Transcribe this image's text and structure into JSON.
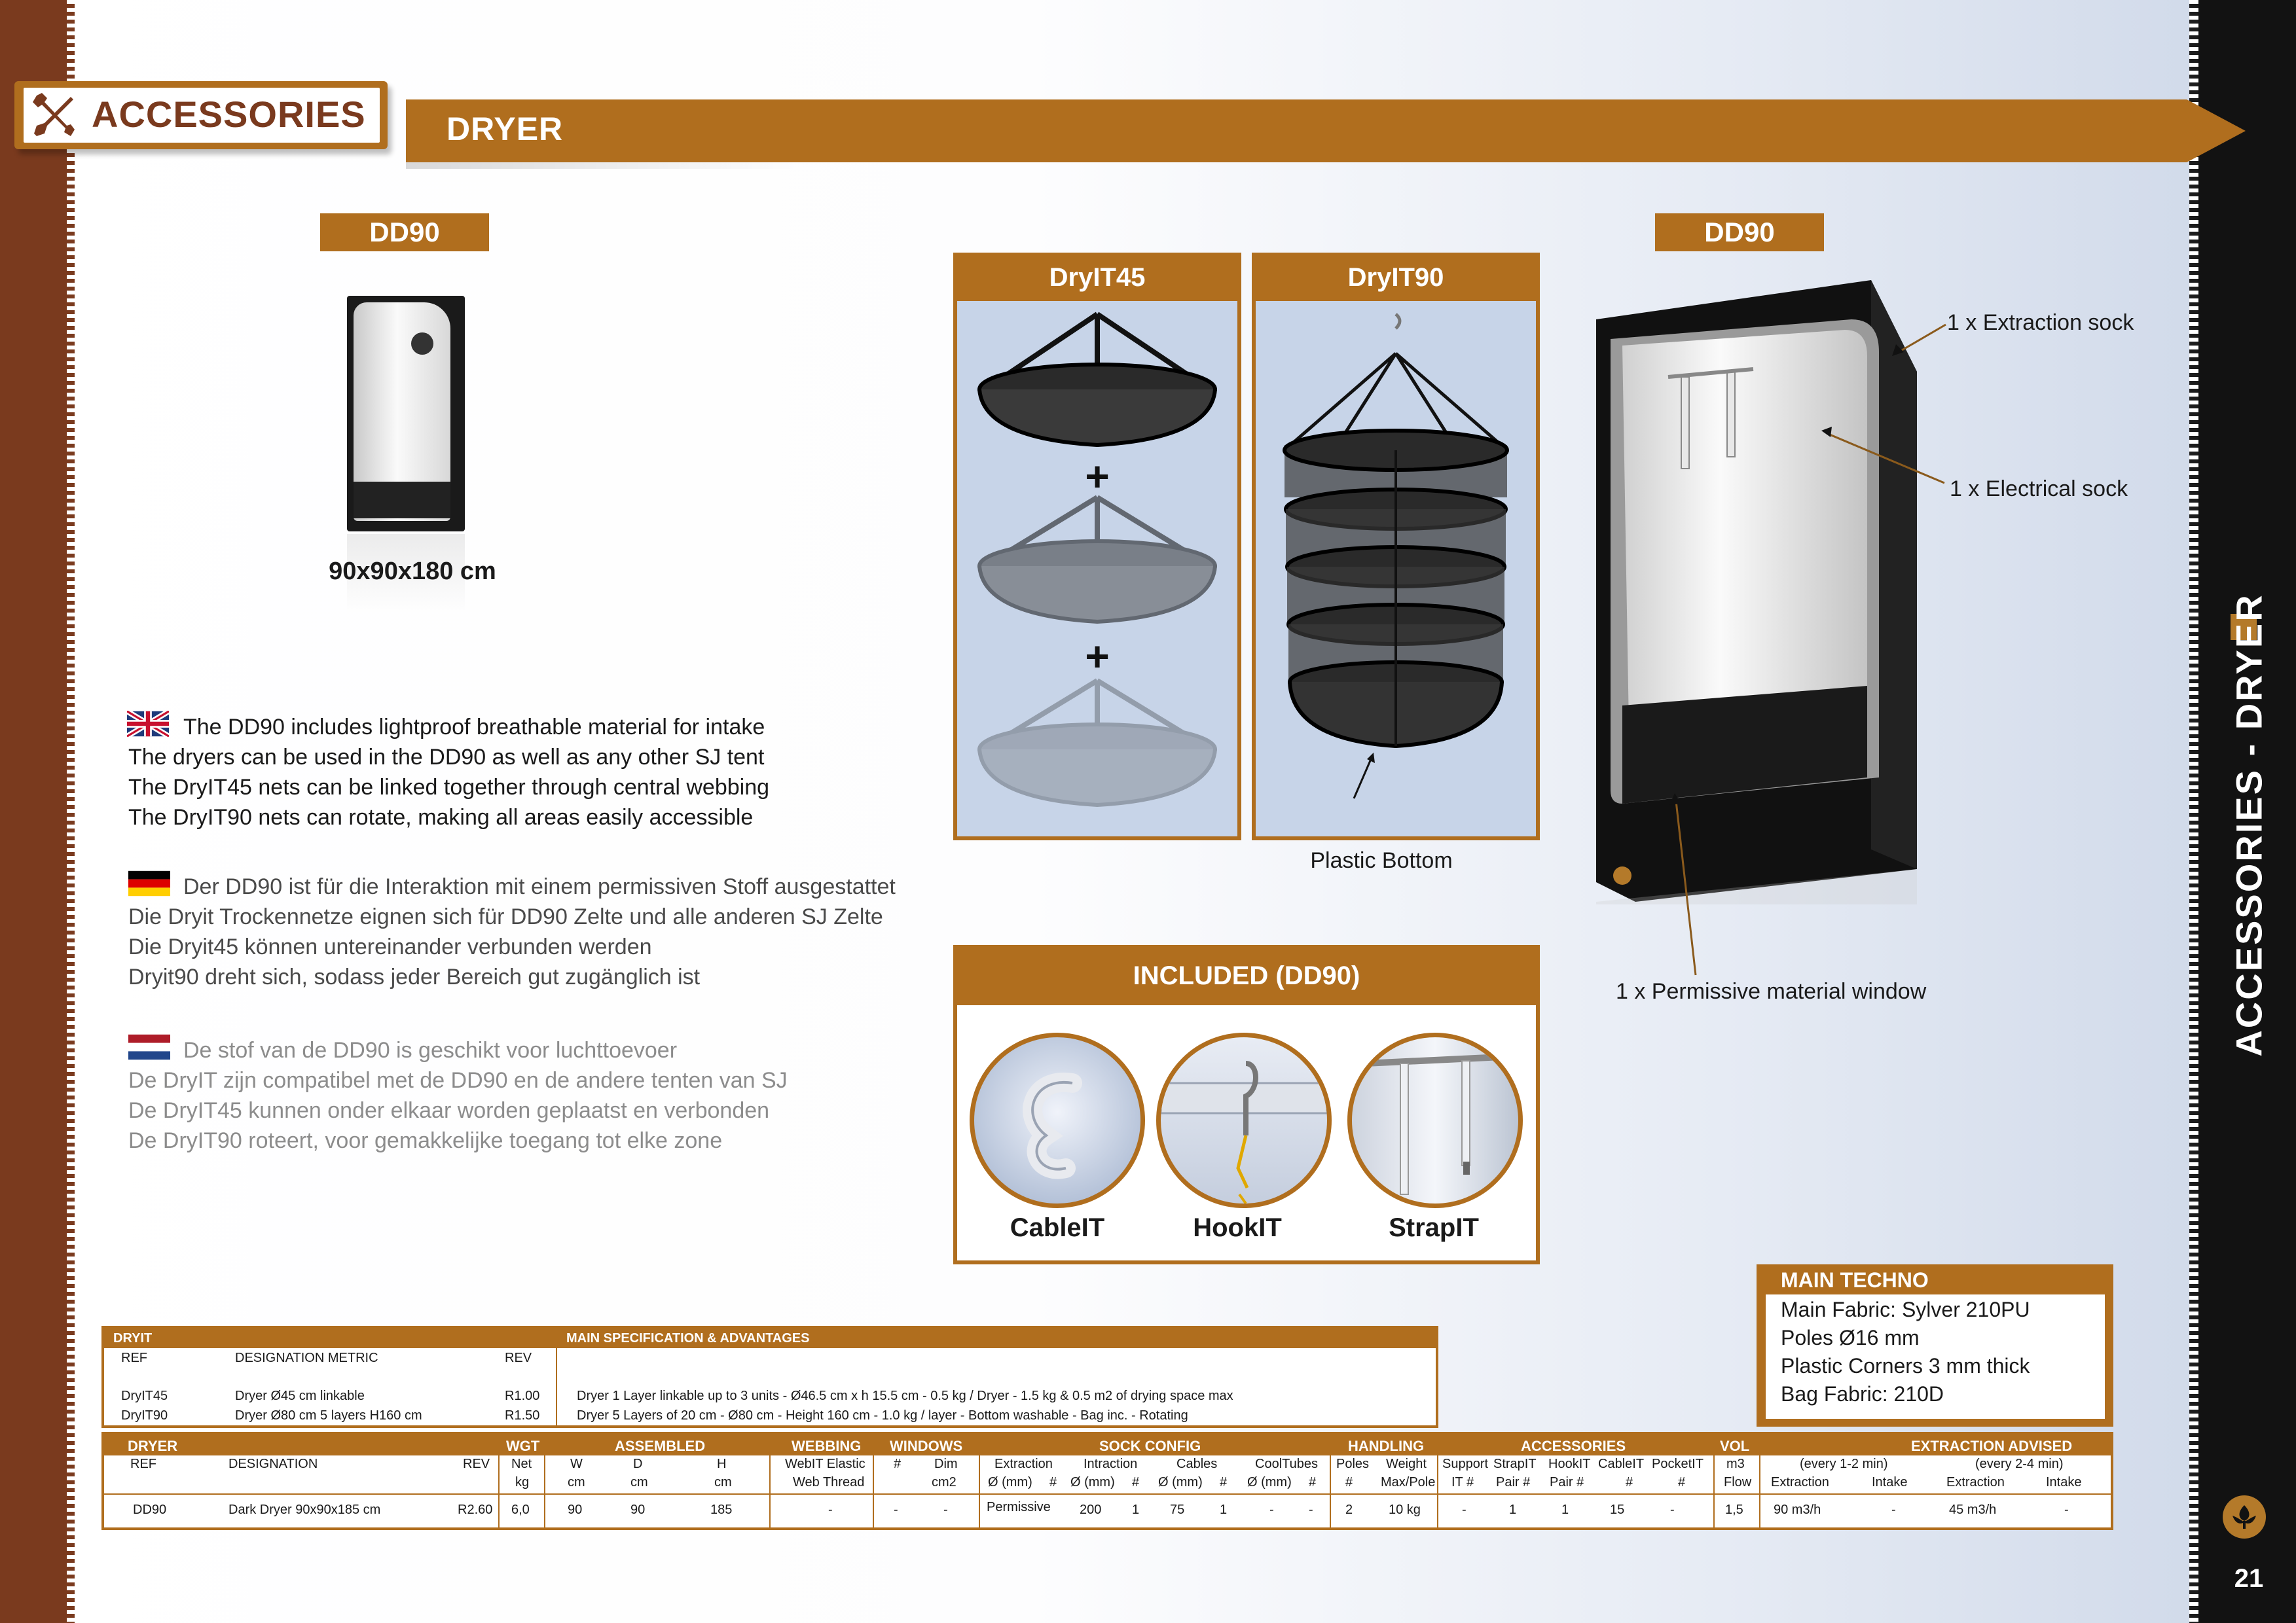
{
  "header": {
    "section": "ACCESSORIES",
    "title": "DRYER"
  },
  "sidebar": {
    "vertical_title": "ACCESSORIES - DRYER",
    "page_number": "21"
  },
  "product_left": {
    "badge": "DD90",
    "dimensions": "90x90x180 cm"
  },
  "product_right": {
    "badge": "DD90"
  },
  "dryers": {
    "dryit45": "DryIT45",
    "dryit90": "DryIT90",
    "plus": "+",
    "plastic_bottom": "Plastic Bottom"
  },
  "included": {
    "title": "INCLUDED (DD90)",
    "items": [
      {
        "label": "CableIT"
      },
      {
        "label": "HookIT"
      },
      {
        "label": "StrapIT"
      }
    ]
  },
  "callouts": {
    "extraction": "1 x Extraction sock",
    "electrical": "1 x Electrical sock",
    "window": "1 x Permissive material  window"
  },
  "description": {
    "en": [
      "The DD90 includes lightproof breathable material for intake",
      "The dryers can be used in the DD90 as well as any other SJ tent",
      "The DryIT45 nets can be linked together through central webbing",
      "The DryIT90 nets can rotate, making all areas easily accessible"
    ],
    "de": [
      "Der DD90 ist für die Interaktion mit einem permissiven Stoff ausgestattet",
      "Die Dryit Trockennetze eignen sich für DD90 Zelte und alle anderen SJ Zelte",
      "Die Dryit45 können untereinander verbunden werden",
      "Dryit90 dreht sich, sodass jeder Bereich gut zugänglich ist"
    ],
    "nl": [
      "De stof van de DD90 is geschikt voor luchttoevoer",
      "De DryIT zijn compatibel met de DD90 en de andere tenten van SJ",
      "De DryIT45 kunnen onder elkaar worden geplaatst en verbonden",
      "De DryIT90 roteert, voor gemakkelijke toegang tot elke zone"
    ]
  },
  "main_techno": {
    "title": "MAIN TECHNO",
    "items": [
      "Main Fabric: Sylver 210PU",
      "Poles Ø16 mm",
      "Plastic Corners 3 mm thick",
      "Bag Fabric: 210D"
    ]
  },
  "table_dryit": {
    "headers": {
      "left": "DRYIT",
      "right": "MAIN SPECIFICATION & ADVANTAGES"
    },
    "cols": {
      "ref": "REF",
      "designation": "DESIGNATION METRIC",
      "rev": "REV"
    },
    "rows": [
      {
        "ref": "DryIT45",
        "designation": "Dryer Ø45 cm linkable",
        "rev": "R1.00",
        "spec": "Dryer 1 Layer linkable up to 3 units - Ø46.5 cm x h 15.5 cm - 0.5 kg / Dryer - 1.5 kg & 0.5 m2 of drying space max"
      },
      {
        "ref": "DryIT90",
        "designation": "Dryer Ø80 cm 5 layers H160 cm",
        "rev": "R1.50",
        "spec": "Dryer 5 Layers of 20 cm - Ø80 cm - Height 160 cm - 1.0 kg / layer - Bottom washable - Bag inc. - Rotating"
      }
    ]
  },
  "table_dryer": {
    "groups": {
      "dryer": "DRYER",
      "wgt": "WGT",
      "assembled": "ASSEMBLED",
      "webbing": "WEBBING",
      "windows": "WINDOWS",
      "sock": "SOCK CONFIG",
      "handling": "HANDLING",
      "accessories": "ACCESSORIES",
      "vol": "VOL",
      "extraction": "EXTRACTION ADVISED"
    },
    "sub1": {
      "ref": "REF",
      "designation": "DESIGNATION",
      "rev": "REV",
      "net": "Net",
      "w": "W",
      "d": "D",
      "h": "H",
      "webit": "WebIT Elastic",
      "hash": "#",
      "dim": "Dim",
      "extraction": "Extraction",
      "intraction": "Intraction",
      "cables": "Cables",
      "cooltubes": "CoolTubes",
      "poles": "Poles",
      "weight": "Weight",
      "support": "Support",
      "strapit": "StrapIT",
      "hookit": "HookIT",
      "cableit": "CableIT",
      "pocketit": "PocketIT",
      "m3": "m3",
      "every12": "(every 1-2 min)",
      "every24": "(every 2-4 min)"
    },
    "sub2": {
      "kg": "kg",
      "cm": "cm",
      "webthread": "Web Thread",
      "cm2": "cm2",
      "diam_mm": "Ø (mm)",
      "hash": "#",
      "max_pole": "Max/Pole",
      "it": "IT #",
      "pair": "Pair #",
      "flow": "Flow",
      "extraction": "Extraction",
      "intake": "Intake"
    },
    "row": {
      "ref": "DD90",
      "designation": "Dark Dryer 90x90x185 cm",
      "rev": "R2.60",
      "net": "6,0",
      "w": "90",
      "d": "90",
      "h": "185",
      "webbing": "-",
      "win_n": "-",
      "win_dim": "-",
      "extraction": "Permissive",
      "intraction_d": "200",
      "intraction_n": "1",
      "cables_d": "75",
      "cables_n": "1",
      "cool_d": "-",
      "cool_n": "-",
      "poles": "2",
      "weight": "10 kg",
      "support": "-",
      "strapit": "1",
      "hookit": "1",
      "cableit": "15",
      "pocketit": "-",
      "flow": "1,5",
      "ext12": "90 m3/h",
      "int12": "-",
      "ext24": "45 m3/h",
      "int24": "-"
    }
  },
  "colors": {
    "brand": "#b06e1e",
    "left_band": "#7a3a1e",
    "right_band": "#121212"
  }
}
